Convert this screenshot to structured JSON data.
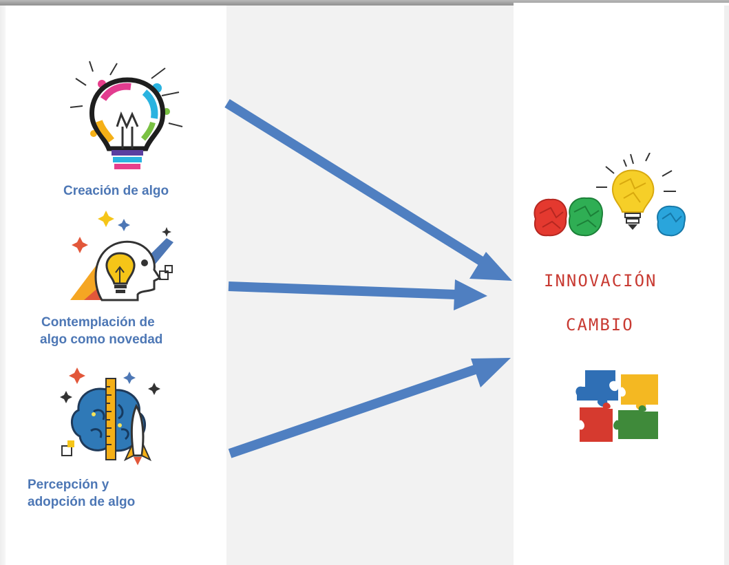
{
  "left_column": {
    "items": [
      {
        "label": "Creación de algo",
        "icon": "paint-splash-lightbulb-icon"
      },
      {
        "label_line1": "Contemplación de",
        "label_line2": "algo como novedad",
        "icon": "head-lightbulb-idea-icon"
      },
      {
        "label_line1": "Percepción y",
        "label_line2": "adopción de algo",
        "icon": "brain-rocket-icon"
      }
    ]
  },
  "right_column": {
    "innovation": "INNOVACIÓN",
    "change": "CAMBIO",
    "icons": [
      "crumpled-paper-lightbulb-icon",
      "puzzle-pieces-icon"
    ]
  },
  "colors": {
    "label_blue": "#4d77b5",
    "arrow_blue": "#4f7fc1",
    "word_red": "#c83a32",
    "middle_gray": "#f2f2f2"
  }
}
